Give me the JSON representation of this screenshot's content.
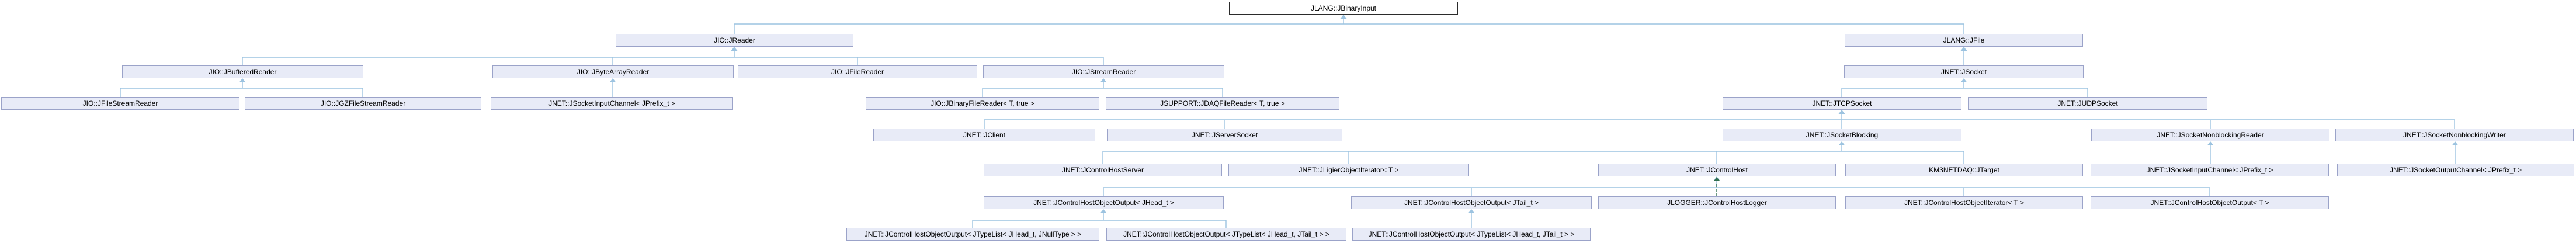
{
  "diagram": {
    "type": "inheritance-diagram",
    "root_class": "JLANG::JBinaryInput",
    "nodes": [
      {
        "label": "JLANG::JBinaryInput"
      },
      {
        "label": "JIO::JReader"
      },
      {
        "label": "JLANG::JFile"
      },
      {
        "label": "JIO::JBufferedReader"
      },
      {
        "label": "JIO::JByteArrayReader"
      },
      {
        "label": "JIO::JFileReader"
      },
      {
        "label": "JIO::JStreamReader"
      },
      {
        "label": "JNET::JSocket"
      },
      {
        "label": "JIO::JFileStreamReader"
      },
      {
        "label": "JIO::JGZFileStreamReader"
      },
      {
        "label": "JNET::JSocketInputChannel< JPrefix_t >"
      },
      {
        "label": "JIO::JBinaryFileReader< T, true >"
      },
      {
        "label": "JSUPPORT::JDAQFileReader< T, true >"
      },
      {
        "label": "JNET::JTCPSocket"
      },
      {
        "label": "JNET::JUDPSocket"
      },
      {
        "label": "JNET::JClient"
      },
      {
        "label": "JNET::JServerSocket"
      },
      {
        "label": "JNET::JSocketBlocking"
      },
      {
        "label": "JNET::JSocketNonblockingReader"
      },
      {
        "label": "JNET::JSocketNonblockingWriter"
      },
      {
        "label": "JNET::JControlHostServer"
      },
      {
        "label": "JNET::JLigierObjectIterator< T >"
      },
      {
        "label": "JNET::JControlHost"
      },
      {
        "label": "KM3NETDAQ::JTarget"
      },
      {
        "label": "JNET::JSocketInputChannel< JPrefix_t >"
      },
      {
        "label": "JNET::JSocketOutputChannel< JPrefix_t >"
      },
      {
        "label": "JNET::JControlHostObjectOutput< JHead_t >"
      },
      {
        "label": "JNET::JControlHostObjectOutput< JTail_t >"
      },
      {
        "label": "JLOGGER::JControlHostLogger"
      },
      {
        "label": "JNET::JControlHostObjectIterator< T >"
      },
      {
        "label": "JNET::JControlHostObjectOutput< T >"
      },
      {
        "label": "JNET::JControlHostObjectOutput< JTypeList< JHead_t, JNullType > >"
      },
      {
        "label": "JNET::JControlHostObjectOutput< JTypeList< JHead_t, JTail_t > >"
      },
      {
        "label": "JNET::JControlHostObjectOutput< JTypeList< JHead_t, JTail_t > >"
      }
    ]
  },
  "colors": {
    "node_fill": "#e8ebf7",
    "node_border": "#9ba3c9",
    "root_fill": "#ffffff",
    "root_border": "#2b2b2b",
    "edge_solid": "#9cc3e0",
    "edge_dashed": "#31704f",
    "text": "#000000"
  }
}
